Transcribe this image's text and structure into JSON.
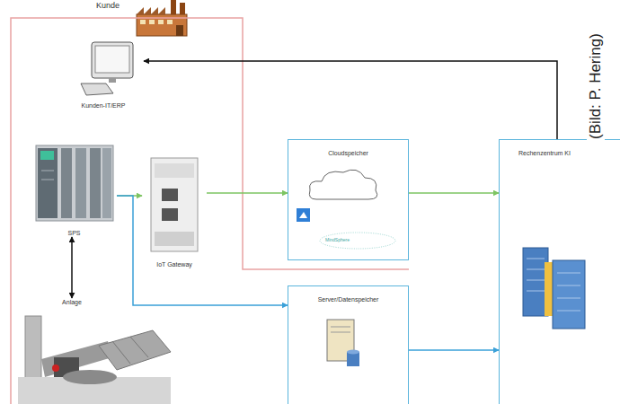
{
  "diagram": {
    "nodes": [
      {
        "text": [
          "Kunde"
        ]
      },
      {
        "text": [
          "Kunden-IT/ERP"
        ],
        "in": 0
      },
      {
        "text": [
          "SPS"
        ],
        "in": 0
      },
      {
        "text": [
          "IoT Gateway"
        ],
        "in": 0
      },
      {
        "text": [
          "Anlage"
        ],
        "in": 0
      },
      {
        "text": [
          "Server/Datenspeicher"
        ],
        "in": 0
      },
      {
        "text": [
          "Cloudspeicher"
        ]
      },
      {
        "text": [
          "Rechenzentrum KI"
        ]
      }
    ],
    "edges": [
      {
        "from": 7,
        "to": 1,
        "arrow": "to"
      },
      {
        "from": 2,
        "to": 4,
        "arrow": "both"
      },
      {
        "from": 2,
        "to": 3,
        "arrow": "to"
      },
      {
        "from": 3,
        "to": 6,
        "arrow": "to"
      },
      {
        "from": 6,
        "to": 7,
        "arrow": "to"
      },
      {
        "from": 2,
        "to": 5,
        "arrow": "to"
      },
      {
        "from": 5,
        "to": 7,
        "arrow": "to"
      }
    ],
    "labels": [
      "(Bild: P. Hering)",
      "MindSphere"
    ]
  }
}
